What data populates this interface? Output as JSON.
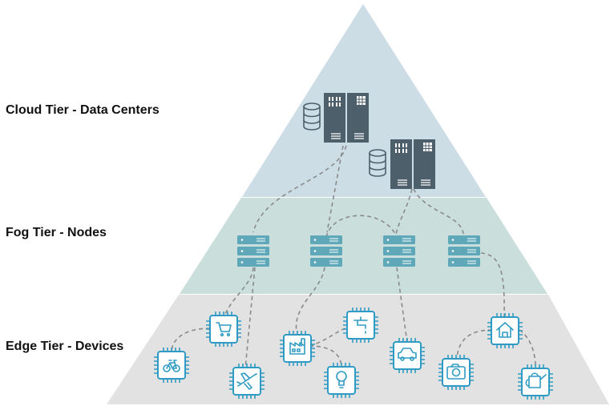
{
  "tiers": {
    "cloud": {
      "label": "Cloud Tier - Data Centers",
      "color": "#ccdde6"
    },
    "fog": {
      "label": "Fog Tier - Nodes",
      "color": "#cadfdb"
    },
    "edge": {
      "label": "Edge Tier - Devices",
      "color": "#e2e2e2"
    }
  },
  "colors": {
    "server_dark": "#4c5f6b",
    "fog_node": "#5fa8b9",
    "device": "#2f9bc4",
    "connector": "#8a8a8a"
  },
  "cloud_servers": [
    {
      "id": "data-center-1",
      "icons": [
        "database-icon",
        "server-rack-icon"
      ]
    },
    {
      "id": "data-center-2",
      "icons": [
        "database-icon",
        "server-rack-icon"
      ]
    }
  ],
  "fog_nodes": [
    {
      "id": "fog-node-1",
      "icon": "server-stack-icon"
    },
    {
      "id": "fog-node-2",
      "icon": "server-stack-icon"
    },
    {
      "id": "fog-node-3",
      "icon": "server-stack-icon"
    },
    {
      "id": "fog-node-4",
      "icon": "server-stack-icon"
    }
  ],
  "edge_devices": [
    {
      "id": "bicycle",
      "icon": "bicycle-icon"
    },
    {
      "id": "shopping-cart",
      "icon": "shopping-cart-icon"
    },
    {
      "id": "airplane",
      "icon": "airplane-icon"
    },
    {
      "id": "factory",
      "icon": "factory-icon"
    },
    {
      "id": "water-tap",
      "icon": "water-tap-icon"
    },
    {
      "id": "light-bulb",
      "icon": "light-bulb-icon"
    },
    {
      "id": "car",
      "icon": "car-icon"
    },
    {
      "id": "camera",
      "icon": "camera-icon"
    },
    {
      "id": "home",
      "icon": "home-icon"
    },
    {
      "id": "watering-can",
      "icon": "watering-can-icon"
    }
  ]
}
